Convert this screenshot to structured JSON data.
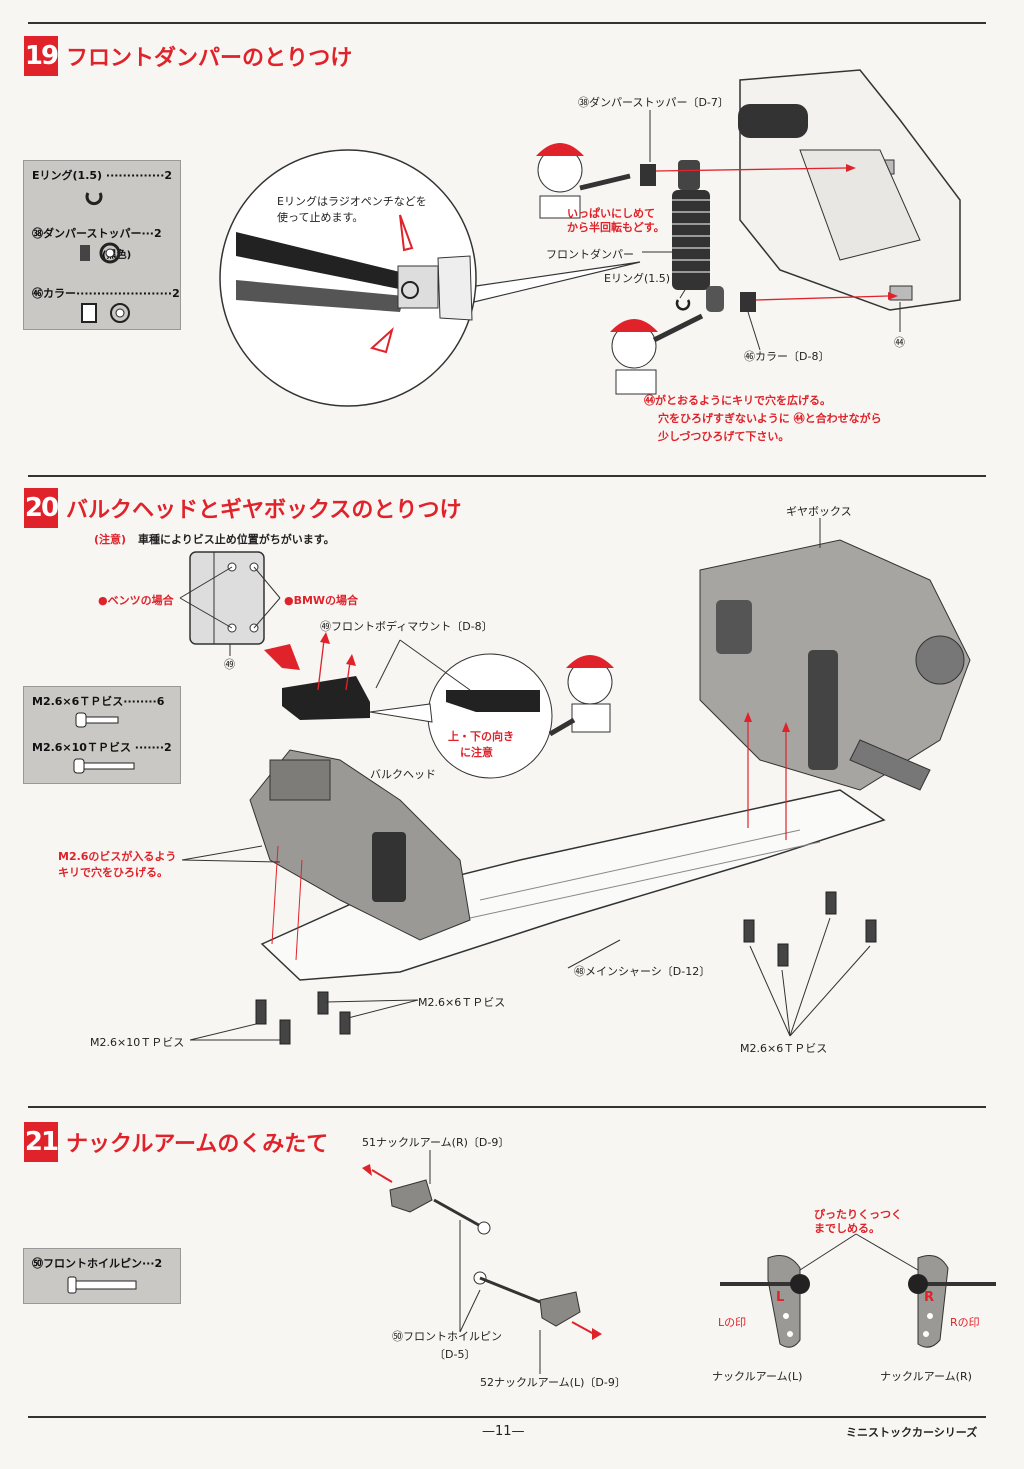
{
  "sec19": {
    "num": "19",
    "title": "フロントダンパーのとりつけ",
    "parts": [
      {
        "label": "Eリング(1.5) ··············2",
        "note": ""
      },
      {
        "label": "㊳ダンパーストッパー···2",
        "note": "(黒色)"
      },
      {
        "label": "㊻カラー·······················2",
        "note": ""
      }
    ],
    "bubble_text": [
      "Eリングはラジオペンチなどを",
      "使って止めます。"
    ],
    "labels": {
      "stopper": "㊳ダンパーストッパー〔D-7〕",
      "damper": "フロントダンパー",
      "ering": "Eリング(1.5)",
      "collar": "㊻カラー〔D-8〕",
      "mark84": "㊹"
    },
    "note_top": [
      "いっぱいにしめて",
      "から半回転もどす。"
    ],
    "note_bottom": [
      "㊹がとおるようにキリで穴を広げる。",
      "穴をひろげすぎないように ㊹と合わせながら",
      "少しづつひろげて下さい。"
    ]
  },
  "sec20": {
    "num": "20",
    "title": "バルクヘッドとギヤボックスのとりつけ",
    "caution_tag": "(注意)",
    "caution_text": "車種によりビス止め位置がちがいます。",
    "benz": "●ベンツの場合",
    "bmw": "●BMWの場合",
    "part49": "㊾",
    "parts": [
      {
        "label": "M2.6×6ＴＰビス········6"
      },
      {
        "label": "M2.6×10ＴＰビス ·······2"
      }
    ],
    "labels": {
      "front_mount": "㊾フロントボディマウント〔D-8〕",
      "updown": [
        "上・下の向き",
        "に注意"
      ],
      "bulkhead": "バルクヘッド",
      "gearbox": "ギヤボックス",
      "drill_note": [
        "M2.6のビスが入るよう",
        "キリで穴をひろげる。"
      ],
      "chassis": "㊽メインシャーシ〔D-12〕",
      "screw6_a": "M2.6×6ＴＰビス",
      "screw10": "M2.6×10ＴＰビス",
      "screw6_b": "M2.6×6ＴＰビス"
    }
  },
  "sec21": {
    "num": "21",
    "title": "ナックルアームのくみたて",
    "parts": [
      {
        "label": "㊿フロントホイルピン···2"
      }
    ],
    "labels": {
      "knuckle_r_part": "51ナックルアーム(R)〔D-9〕",
      "pin": "㊿フロントホイルピン",
      "pin_ref": "〔D-5〕",
      "knuckle_l_part": "52ナックルアーム(L)〔D-9〕",
      "tighten": [
        "ぴったりくっつく",
        "までしめる。"
      ],
      "l_mark": "Lの印",
      "r_mark": "Rの印",
      "l_letter": "L",
      "r_letter": "R",
      "knuckle_l": "ナックルアーム(L)",
      "knuckle_r": "ナックルアーム(R)"
    }
  },
  "footer": {
    "page": "—11—",
    "series": "ミニストックカーシリーズ"
  }
}
